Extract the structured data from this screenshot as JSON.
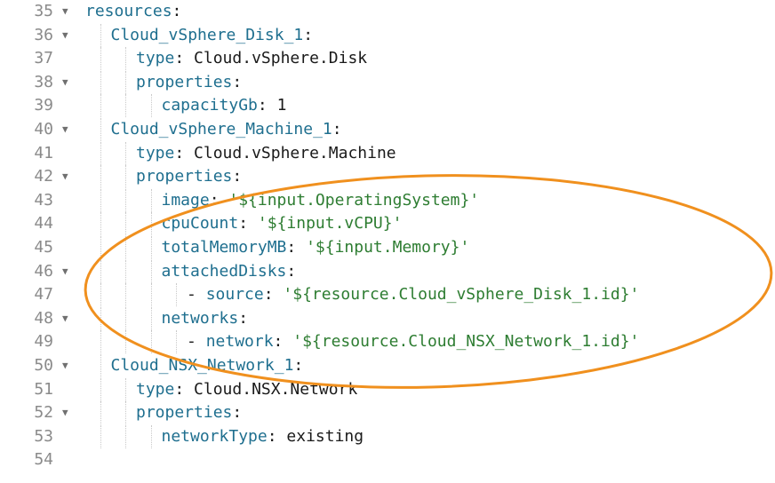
{
  "editor": {
    "lines": [
      {
        "num": "35",
        "fold": "▼",
        "indent": 0,
        "key": "resources",
        "sep": ":",
        "value": "",
        "vtype": "val"
      },
      {
        "num": "36",
        "fold": "▼",
        "indent": 1,
        "key": "Cloud_vSphere_Disk_1",
        "sep": ":",
        "value": "",
        "vtype": "val"
      },
      {
        "num": "37",
        "fold": "",
        "indent": 2,
        "key": "type",
        "sep": ": ",
        "value": "Cloud.vSphere.Disk",
        "vtype": "val"
      },
      {
        "num": "38",
        "fold": "▼",
        "indent": 2,
        "key": "properties",
        "sep": ":",
        "value": "",
        "vtype": "val"
      },
      {
        "num": "39",
        "fold": "",
        "indent": 3,
        "key": "capacityGb",
        "sep": ": ",
        "value": "1",
        "vtype": "val"
      },
      {
        "num": "40",
        "fold": "▼",
        "indent": 1,
        "key": "Cloud_vSphere_Machine_1",
        "sep": ":",
        "value": "",
        "vtype": "val"
      },
      {
        "num": "41",
        "fold": "",
        "indent": 2,
        "key": "type",
        "sep": ": ",
        "value": "Cloud.vSphere.Machine",
        "vtype": "val"
      },
      {
        "num": "42",
        "fold": "▼",
        "indent": 2,
        "key": "properties",
        "sep": ":",
        "value": "",
        "vtype": "val"
      },
      {
        "num": "43",
        "fold": "",
        "indent": 3,
        "key": "image",
        "sep": ": ",
        "value": "'${input.OperatingSystem}'",
        "vtype": "str"
      },
      {
        "num": "44",
        "fold": "",
        "indent": 3,
        "key": "cpuCount",
        "sep": ": ",
        "value": "'${input.vCPU}'",
        "vtype": "str"
      },
      {
        "num": "45",
        "fold": "",
        "indent": 3,
        "key": "totalMemoryMB",
        "sep": ": ",
        "value": "'${input.Memory}'",
        "vtype": "str"
      },
      {
        "num": "46",
        "fold": "▼",
        "indent": 3,
        "key": "attachedDisks",
        "sep": ":",
        "value": "",
        "vtype": "val"
      },
      {
        "num": "47",
        "fold": "",
        "indent": 4,
        "prefix": "- ",
        "key": "source",
        "sep": ": ",
        "value": "'${resource.Cloud_vSphere_Disk_1.id}'",
        "vtype": "str"
      },
      {
        "num": "48",
        "fold": "▼",
        "indent": 3,
        "key": "networks",
        "sep": ":",
        "value": "",
        "vtype": "val"
      },
      {
        "num": "49",
        "fold": "",
        "indent": 4,
        "prefix": "- ",
        "key": "network",
        "sep": ": ",
        "value": "'${resource.Cloud_NSX_Network_1.id}'",
        "vtype": "str"
      },
      {
        "num": "50",
        "fold": "▼",
        "indent": 1,
        "key": "Cloud_NSX_Network_1",
        "sep": ":",
        "value": "",
        "vtype": "val"
      },
      {
        "num": "51",
        "fold": "",
        "indent": 2,
        "key": "type",
        "sep": ": ",
        "value": "Cloud.NSX.Network",
        "vtype": "val"
      },
      {
        "num": "52",
        "fold": "▼",
        "indent": 2,
        "key": "properties",
        "sep": ":",
        "value": "",
        "vtype": "val"
      },
      {
        "num": "53",
        "fold": "",
        "indent": 3,
        "key": "networkType",
        "sep": ": ",
        "value": "existing",
        "vtype": "val"
      },
      {
        "num": "54",
        "fold": "",
        "indent": 0,
        "key": "",
        "sep": "",
        "value": "",
        "vtype": "val"
      }
    ]
  },
  "colors": {
    "highlight_ellipse": "#f0901e",
    "key": "#1f6f8f",
    "string": "#2e7d32",
    "value": "#1a1a1a",
    "line_number": "#8a8a8a"
  }
}
